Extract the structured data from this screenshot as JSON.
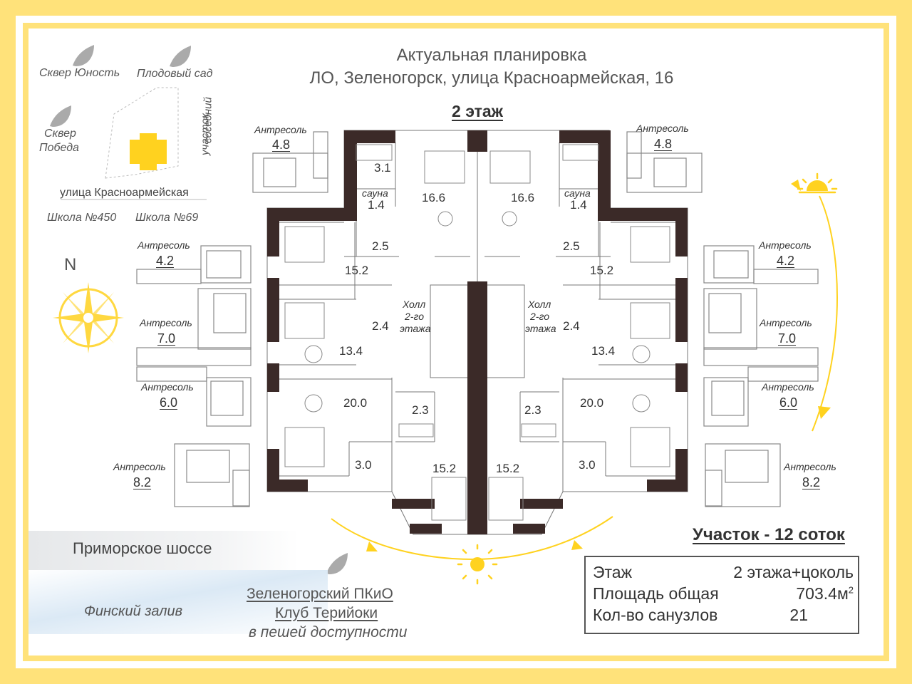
{
  "title": {
    "line1": "Актуальная планировка",
    "line2": "ЛО, Зеленогорск, улица Красноармейская, 16",
    "floor": "2 этаж"
  },
  "map": {
    "park1": "Сквер Юность",
    "garden": "Плодовый сад",
    "park2_line1": "Сквер",
    "park2_line2": "Победа",
    "neighbor_line1": "соседний",
    "neighbor_line2": "участок",
    "street": "улица Красноармейская",
    "school1": "Школа №450",
    "school2": "Школа №69",
    "north": "N"
  },
  "mezzanines": [
    {
      "label": "Антресоль",
      "area": "4.8"
    },
    {
      "label": "Антресоль",
      "area": "4.2"
    },
    {
      "label": "Антресоль",
      "area": "7.0"
    },
    {
      "label": "Антресоль",
      "area": "6.0"
    },
    {
      "label": "Антресоль",
      "area": "8.2"
    },
    {
      "label": "Антресоль",
      "area": "4.8"
    },
    {
      "label": "Антресоль",
      "area": "4.2"
    },
    {
      "label": "Антресоль",
      "area": "7.0"
    },
    {
      "label": "Антресоль",
      "area": "6.0"
    },
    {
      "label": "Антресоль",
      "area": "8.2"
    }
  ],
  "rooms_left": {
    "r31": "3.1",
    "sauna": "сауна",
    "r14": "1.4",
    "r166": "16.6",
    "r25": "2.5",
    "r152a": "15.2",
    "r24": "2.4",
    "r134": "13.4",
    "r200": "20.0",
    "r23": "2.3",
    "r30": "3.0",
    "r152b": "15.2",
    "hall_1": "Холл",
    "hall_2": "2-го",
    "hall_3": "этажа"
  },
  "rooms_right": {
    "r166": "16.6",
    "sauna": "сауна",
    "r14": "1.4",
    "r25": "2.5",
    "r152a": "15.2",
    "r24": "2.4",
    "r134": "13.4",
    "r200": "20.0",
    "r23": "2.3",
    "r30": "3.0",
    "r152b": "15.2",
    "hall_1": "Холл",
    "hall_2": "2-го",
    "hall_3": "этажа"
  },
  "surroundings": {
    "highway": "Приморское шоссе",
    "gulf": "Финский залив",
    "link1": "Зеленогорский ПКиО",
    "link2": "Клуб Терийоки",
    "walk": "в пешей доступности"
  },
  "plot": {
    "heading": "Участок - 12 соток",
    "rows": [
      {
        "key": "Этаж",
        "value": "2 этажа+цоколь"
      },
      {
        "key": "Площадь общая",
        "value": "703.4м",
        "sup": "2"
      },
      {
        "key": "Кол-во санузлов",
        "value": "21"
      }
    ]
  },
  "colors": {
    "frame": "#ffe27a",
    "sun": "#ffd21f",
    "wall": "#3b2a28",
    "text": "#444444"
  }
}
